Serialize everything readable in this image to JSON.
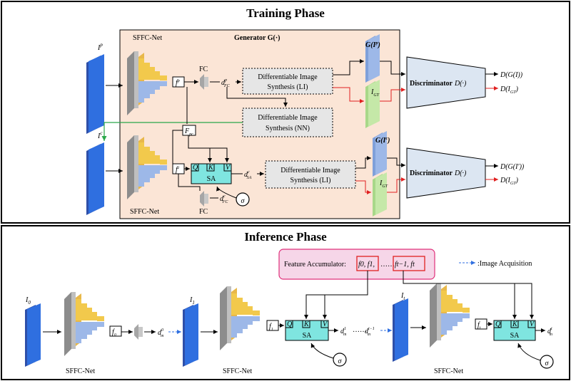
{
  "training": {
    "title": "Training Phase",
    "sffc_top": "SFFC-Net",
    "sffc_bottom": "SFFC-Net",
    "generator": "Generator G(·)",
    "input_p": "I",
    "input_p_sup": "p",
    "input_c": "I",
    "input_c_sup": "c",
    "f_p": "f",
    "f_p_sup": "p",
    "f_c": "f",
    "f_c_sup": "c",
    "f_pc": "F",
    "f_pc_sub": "pc",
    "fc_top": "FC",
    "fc_bottom": "FC",
    "d_fc_p": "d",
    "d_fc_p_sup": "p",
    "d_fc_p_sub": "FC",
    "d_sa_c": "d",
    "d_sa_c_sup": "c",
    "d_sa_c_sub": "SA",
    "d_fc_c": "d",
    "d_fc_c_sup": "c",
    "d_fc_c_sub": "FC",
    "sa": "SA",
    "q": "Q",
    "k": "K",
    "v": "V",
    "sigma": "σ",
    "dis_li_1": [
      "Differentiable Image",
      "Synthesis (LI)"
    ],
    "dis_nn": [
      "Differentiable Image",
      "Synthesis (NN)"
    ],
    "dis_li_2": [
      "Differentiable Image",
      "Synthesis (LI)"
    ],
    "g_ip": "G(I",
    "g_ip_sup": "p",
    "g_ic": "G(I",
    "g_ic_sup": "c",
    "i_gt_1": "I",
    "i_gt_2": "I",
    "i_gt_sub": "GT",
    "disc_1": "Discriminator",
    "disc_2": "Discriminator",
    "disc_fn": "D(·)",
    "out_1a": "D(G(I))",
    "out_1b": "D(I",
    "out_1b_sub": "GT",
    "out_2a": "D(G(I'))",
    "out_2b": "D(I",
    "out_2b_sub": "GT"
  },
  "inference": {
    "title": "Inference Phase",
    "accumulator": "Feature Accumulator:",
    "acc_f0f1": "f0, f1,",
    "acc_dots": "……",
    "acc_ft": "ft−1, ft",
    "legend": ":Image Acquisition",
    "i0": "I",
    "i0_sub": "0",
    "i1": "I",
    "i1_sub": "1",
    "it": "I",
    "it_sub": "t",
    "f0": "f",
    "f0_sub": "0",
    "f1": "f",
    "f1_sub": "1",
    "ft": "f",
    "ft_sub": "t",
    "dm0": "d",
    "dm0_sup": "0",
    "dm1": "d",
    "dm1_sup": "1",
    "dmt1": "d",
    "dmt1_sup": "t−1",
    "dmt": "d",
    "dmt_sup": "t",
    "dm_sub": "m",
    "dots": "……",
    "sffc_1": "SFFC-Net",
    "sffc_2": "SFFC-Net",
    "sffc_3": "SFFC-Net",
    "sa": "SA",
    "q": "Q",
    "k": "K",
    "v": "V",
    "sigma": "σ"
  },
  "colors": {
    "panel_border": "#000000",
    "generator_fill": "#FBE5D6",
    "blue_input": "#2F6FE0",
    "blue_dark": "#2E4FA8",
    "yellow": "#F2C94C",
    "sa_fill": "#7FE5E0",
    "dis_fill": "#E6E6E6",
    "disc_fill": "#DCE6F2",
    "green": "#C5E8A8",
    "lightblue": "#9DB8E8",
    "red": "#E02020",
    "green_line": "#2BA84A",
    "acc_fill": "#F6D6E8",
    "acc_border": "#E0307A"
  }
}
